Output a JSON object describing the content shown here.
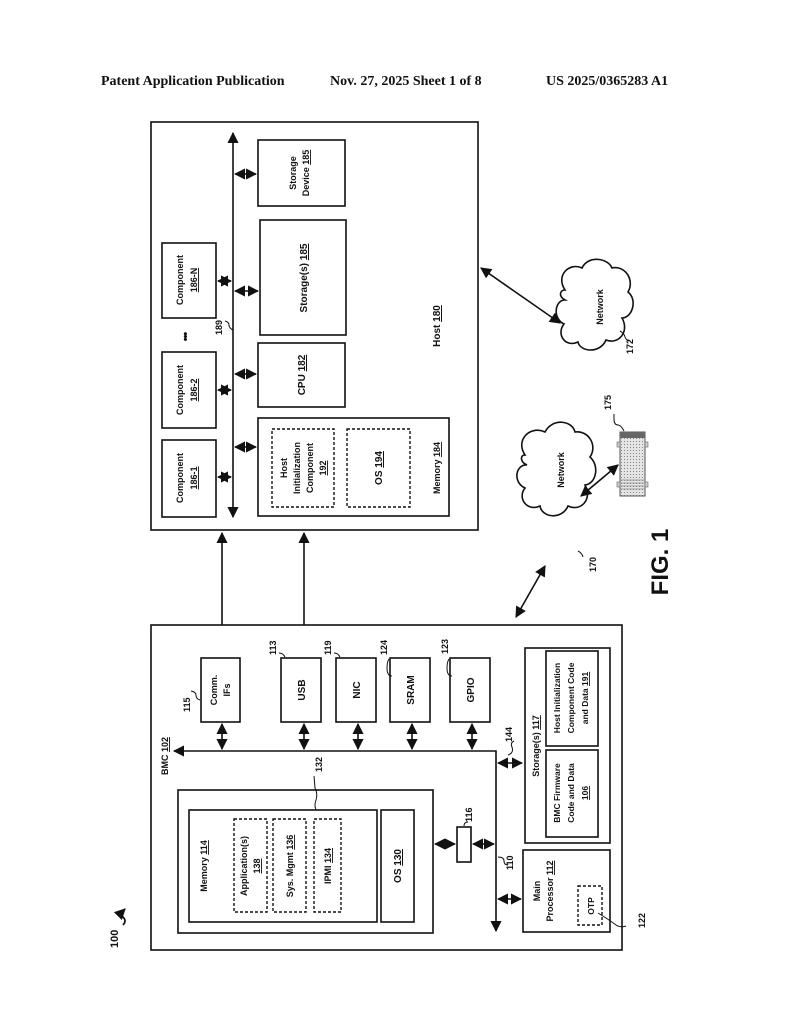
{
  "header": {
    "left": "Patent Application Publication",
    "middle": "Nov. 27, 2025  Sheet 1 of 8",
    "right": "US 2025/0365283 A1"
  },
  "figure": {
    "label": "FIG. 1",
    "system_ref": "100",
    "host": {
      "title": "Host",
      "ref": "180",
      "bus_ref": "189",
      "components": [
        {
          "name": "Component",
          "ref": "186-1"
        },
        {
          "name": "Component",
          "ref": "186-2"
        },
        {
          "name": "Component",
          "ref": "186-N"
        }
      ],
      "ellipsis": "•••",
      "storage_device": {
        "line1": "Storage",
        "line2": "Device",
        "ref": "185"
      },
      "storages": {
        "name": "Storage(s)",
        "ref": "185"
      },
      "cpu": {
        "name": "CPU",
        "ref": "182"
      },
      "memory": {
        "name": "Memory",
        "ref": "184",
        "host_init": {
          "line1": "Host",
          "line2": "Initialization",
          "line3": "Component",
          "ref": "192"
        },
        "os": {
          "name": "OS",
          "ref": "194"
        }
      }
    },
    "networks": [
      {
        "label": "Network",
        "ref": "172"
      },
      {
        "label": "Network",
        "ref": "170"
      }
    ],
    "server_ref": "175",
    "bmc": {
      "title": "BMC",
      "ref": "102",
      "comm_ifs": {
        "line1": "Comm.",
        "line2": "IFs",
        "ref": "115"
      },
      "usb": {
        "name": "USB",
        "ref": "113"
      },
      "nic": {
        "name": "NIC",
        "ref": "119"
      },
      "sram": {
        "name": "SRAM",
        "ref": "124"
      },
      "gpio": {
        "name": "GPIO",
        "ref": "123"
      },
      "bus_ref": "144",
      "bus2_ref": "110",
      "bridge_ref": "116",
      "memory_group_ref": "132",
      "memory": {
        "name": "Memory",
        "ref": "114",
        "apps": {
          "name": "Application(s)",
          "ref": "138"
        },
        "sysmgmt": {
          "name": "Sys. Mgmt",
          "ref": "136"
        },
        "ipmi": {
          "name": "IPMI",
          "ref": "134"
        }
      },
      "os": {
        "name": "OS",
        "ref": "130"
      },
      "storages": {
        "name": "Storage(s)",
        "ref": "117",
        "fw": {
          "line1": "BMC Firmware",
          "line2": "Code and Data",
          "ref": "106"
        },
        "hic": {
          "line1": "Host Initialization",
          "line2": "Component Code",
          "line3": "and Data",
          "ref": "191"
        }
      },
      "processor": {
        "line1": "Main",
        "line2": "Processor",
        "ref": "112",
        "otp": "OTP",
        "otp_ref": "122"
      }
    }
  }
}
